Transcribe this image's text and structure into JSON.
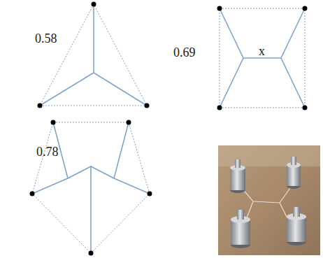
{
  "diagram": {
    "labels": [
      "0.58",
      "0.69",
      "x",
      "0.78"
    ]
  }
}
